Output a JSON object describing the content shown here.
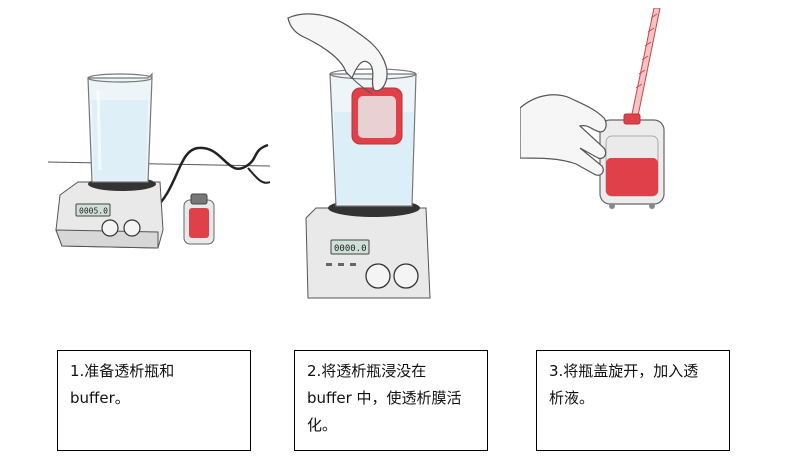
{
  "steps": [
    {
      "caption": "1.准备透析瓶和\nbuffer。",
      "display_reading": "0005.0"
    },
    {
      "caption": "2.将透析瓶浸没在\nbuffer 中，使透析膜活\n化。",
      "display_reading": "0000.0"
    },
    {
      "caption": "3.将瓶盖旋开，加入透\n析液。"
    }
  ],
  "icons": [
    "magnetic-stirrer",
    "glass-beaker",
    "dialysis-bottle",
    "gloved-hand",
    "pipette"
  ],
  "colors": {
    "sample_red": "#e0404a",
    "device_body": "#e9e9e9",
    "display_green": "#cfe0d8",
    "water_blue": "#dceef7"
  }
}
